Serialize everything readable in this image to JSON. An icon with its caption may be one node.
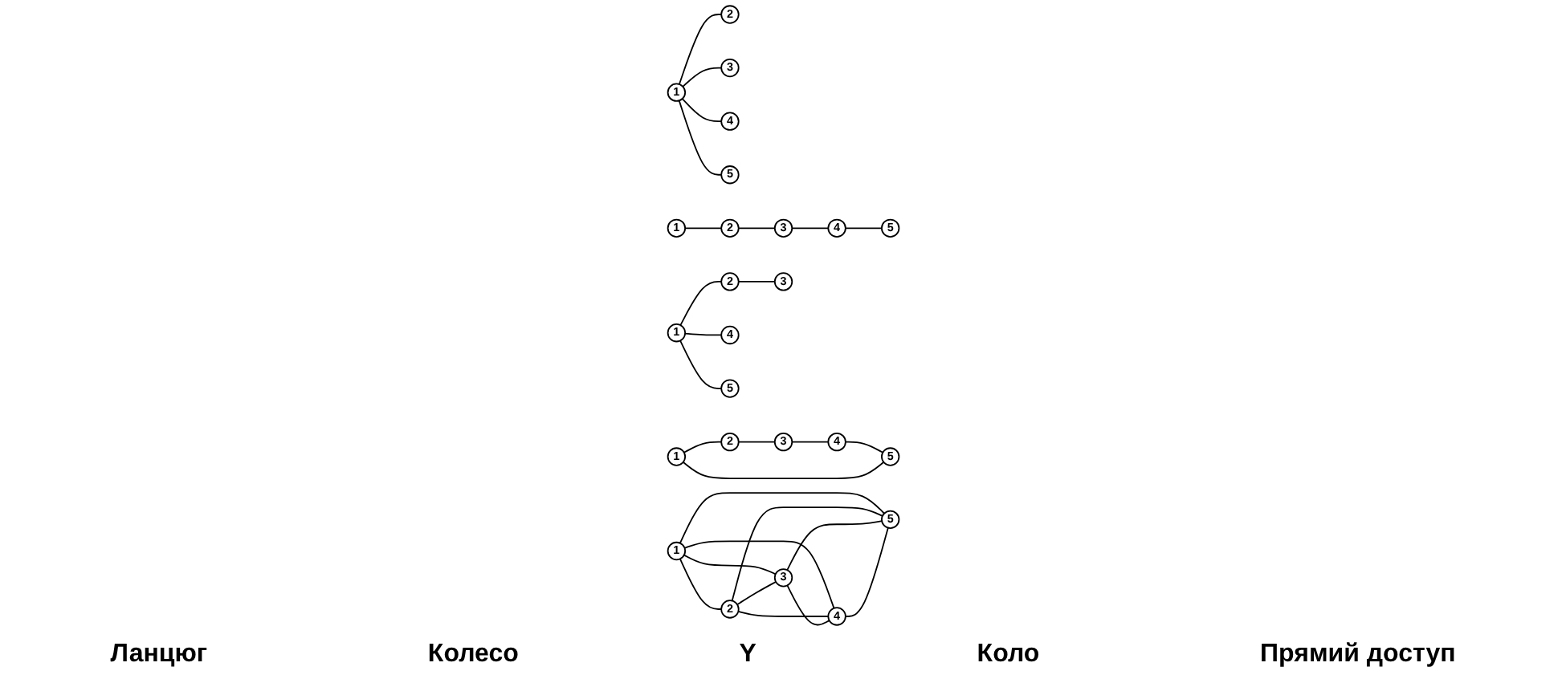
{
  "diagram": {
    "nodes": [
      {
        "text": [
          "1"
        ]
      },
      {
        "text": [
          "2"
        ]
      },
      {
        "text": [
          "3"
        ]
      },
      {
        "text": [
          "4"
        ]
      },
      {
        "text": [
          "5"
        ]
      },
      {
        "text": [
          "1"
        ]
      },
      {
        "text": [
          "2"
        ]
      },
      {
        "text": [
          "3"
        ]
      },
      {
        "text": [
          "4"
        ]
      },
      {
        "text": [
          "5"
        ]
      },
      {
        "text": [
          "1"
        ]
      },
      {
        "text": [
          "2"
        ]
      },
      {
        "text": [
          "3"
        ]
      },
      {
        "text": [
          "4"
        ]
      },
      {
        "text": [
          "5"
        ]
      },
      {
        "text": [
          "1"
        ]
      },
      {
        "text": [
          "2"
        ]
      },
      {
        "text": [
          "3"
        ]
      },
      {
        "text": [
          "4"
        ]
      },
      {
        "text": [
          "5"
        ]
      },
      {
        "text": [
          "1"
        ]
      },
      {
        "text": [
          "2"
        ]
      },
      {
        "text": [
          "3"
        ]
      },
      {
        "text": [
          "4"
        ]
      },
      {
        "text": [
          "5"
        ]
      }
    ],
    "edges": [
      {
        "from": 0,
        "to": 1,
        "arrow": "none"
      },
      {
        "from": 0,
        "to": 2,
        "arrow": "none"
      },
      {
        "from": 0,
        "to": 3,
        "arrow": "none"
      },
      {
        "from": 0,
        "to": 4,
        "arrow": "none"
      },
      {
        "from": 5,
        "to": 6,
        "arrow": "none"
      },
      {
        "from": 6,
        "to": 7,
        "arrow": "none"
      },
      {
        "from": 7,
        "to": 8,
        "arrow": "none"
      },
      {
        "from": 8,
        "to": 9,
        "arrow": "none"
      },
      {
        "from": 10,
        "to": 13,
        "arrow": "none"
      },
      {
        "from": 10,
        "to": 14,
        "arrow": "none"
      },
      {
        "from": 10,
        "to": 11,
        "arrow": "none"
      },
      {
        "from": 11,
        "to": 12,
        "arrow": "none"
      },
      {
        "from": 15,
        "to": 16,
        "arrow": "none"
      },
      {
        "from": 16,
        "to": 17,
        "arrow": "none"
      },
      {
        "from": 17,
        "to": 18,
        "arrow": "none"
      },
      {
        "from": 18,
        "to": 19,
        "arrow": "none"
      },
      {
        "from": 19,
        "to": 15,
        "arrow": "none"
      },
      {
        "from": 20,
        "to": 21,
        "arrow": "none"
      },
      {
        "from": 20,
        "to": 22,
        "arrow": "none"
      },
      {
        "from": 20,
        "to": 23,
        "arrow": "none"
      },
      {
        "from": 20,
        "to": 24,
        "arrow": "none"
      },
      {
        "from": 21,
        "to": 22,
        "arrow": "none"
      },
      {
        "from": 21,
        "to": 23,
        "arrow": "none"
      },
      {
        "from": 21,
        "to": 24,
        "arrow": "none"
      },
      {
        "from": 22,
        "to": 23,
        "arrow": "none"
      },
      {
        "from": 22,
        "to": 24,
        "arrow": "none"
      },
      {
        "from": 23,
        "to": 24,
        "arrow": "none"
      }
    ],
    "labels": [
      "Ланцюг",
      "Колесо",
      "Y",
      "Коло",
      "Прямий доступ"
    ]
  }
}
